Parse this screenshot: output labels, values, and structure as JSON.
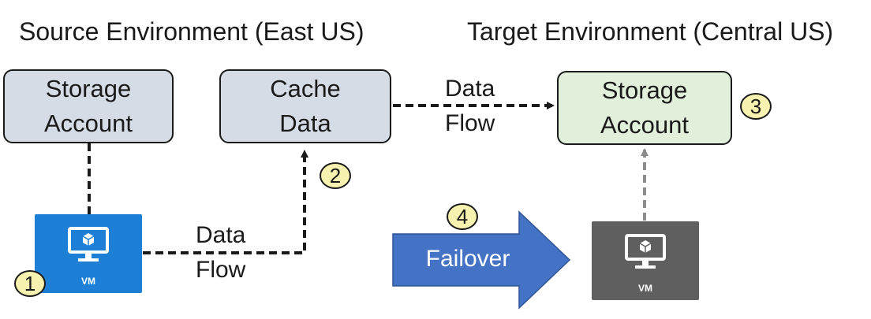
{
  "headings": {
    "source": "Source Environment (East US)",
    "target": "Target Environment (Central US)"
  },
  "boxes": {
    "source_storage": {
      "line1": "Storage",
      "line2": "Account",
      "fill": "#d6dce5"
    },
    "cache": {
      "line1": "Cache",
      "line2": "Data",
      "fill": "#d6dce5"
    },
    "target_storage": {
      "line1": "Storage",
      "line2": "Account",
      "fill": "#e2efda"
    }
  },
  "flows": {
    "vm_to_cache": {
      "line1": "Data",
      "line2": "Flow"
    },
    "cache_to_target": {
      "line1": "Data",
      "line2": "Flow"
    }
  },
  "vms": {
    "source": {
      "label": "VM",
      "color": "#1e7fd6",
      "icon": "vm-monitor-icon"
    },
    "target": {
      "label": "VM",
      "color": "#5f5f5f",
      "icon": "vm-monitor-icon"
    }
  },
  "failover": {
    "label": "Failover",
    "color": "#4472c4"
  },
  "badges": [
    "1",
    "2",
    "3",
    "4"
  ],
  "badge_color": "#f8f2b0"
}
